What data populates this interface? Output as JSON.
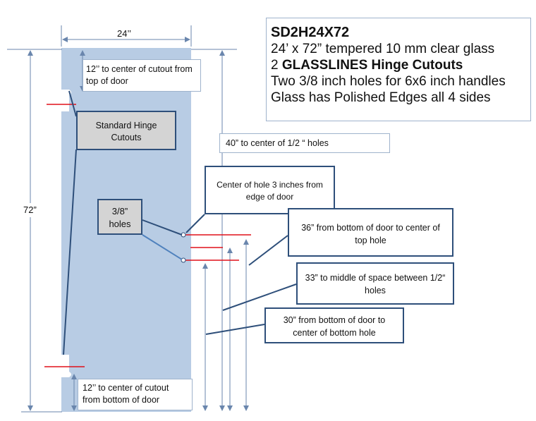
{
  "spec": {
    "title": "SD2H24X72",
    "line1": "24’ x 72” tempered 10 mm clear glass",
    "line2_prefix": "2 ",
    "line2_bold": "GLASSLINES Hinge Cutouts",
    "line3": "Two 3/8 inch holes for 6x6 inch handles",
    "line4": "Glass has Polished Edges all 4 sides"
  },
  "dimensions": {
    "width": "24’’",
    "height": "72”"
  },
  "callouts": {
    "top_cutout": "12’’ to center of cutout from top of door",
    "hinge_label": "Standard Hinge Cutouts",
    "holes_40": "40” to center of 1/2 “ holes",
    "hole_edge": "Center of hole 3 inches from edge of door",
    "hole_size": "3/8” holes",
    "top_hole_36": "36” from bottom of door to center of top hole",
    "mid_33": "33” to middle of space between 1/2“ holes",
    "bottom_hole_30": "30” from bottom of door to center of bottom hole",
    "bottom_cutout": "12’’ to center of cutout from  bottom of door"
  },
  "colors": {
    "glass": "#b8cce4",
    "outline": "#2e4f7a",
    "arrow": "#6a86ad",
    "marker": "#e0101a"
  }
}
